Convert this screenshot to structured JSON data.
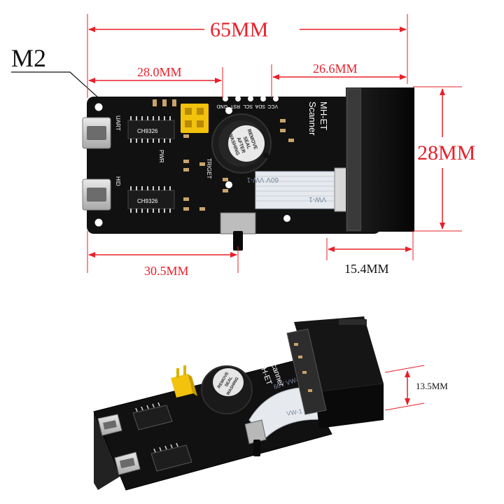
{
  "labels": {
    "m2": "M2",
    "width_65": "65MM",
    "left_28": "28.0MM",
    "right_26_6": "26.6MM",
    "height_28": "28MM",
    "bottom_30_5": "30.5MM",
    "bottom_15_4": "15.4MM",
    "thickness_13_5": "13.5MM"
  },
  "board": {
    "title_line1": "MH-ET",
    "title_line2": "Scanner",
    "pins": [
      "GND",
      "RST",
      "SCL",
      "SDA",
      "VCC"
    ],
    "uart_label": "UART",
    "hid_label": "HID",
    "pwr_label": "PWR",
    "trigger_label": "TRIGET",
    "chip_marking": "CH9326",
    "ribbon_text": "60V VW-1",
    "ribbon_text2": "VW-1",
    "buzzer_lines": [
      "REMOVE",
      "SEAL",
      "AFTER",
      "WASHING"
    ]
  },
  "colors": {
    "dimension_red": "#e8202a",
    "pcb_black": "#111111",
    "header_yellow": "#f2c20c",
    "ribbon_white": "#e6e9ee"
  }
}
